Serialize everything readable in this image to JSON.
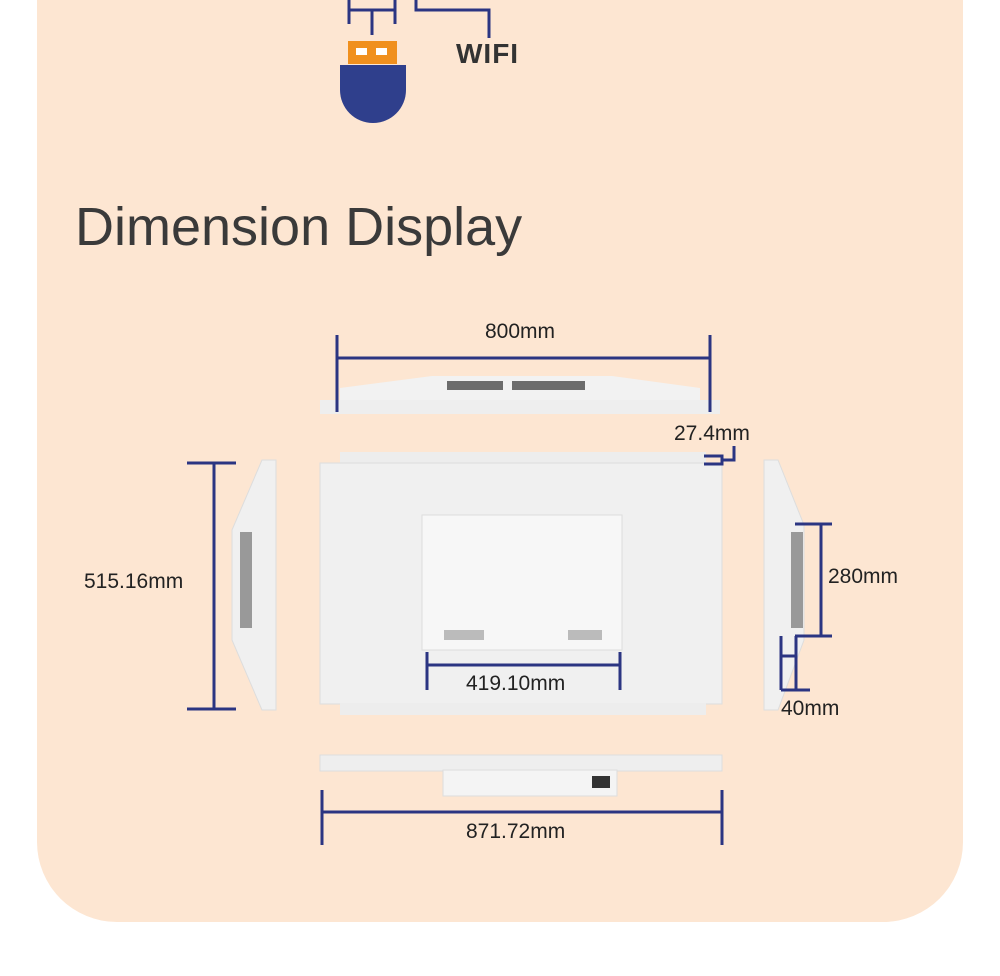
{
  "wifi_label": "WIFI",
  "title": "Dimension Display",
  "dimensions": {
    "width": "800mm",
    "thickness_top": "27.4mm",
    "height": "515.16mm",
    "box_height": "280mm",
    "box_depth": "40mm",
    "box_width": "419.10mm",
    "overall_width": "871.72mm"
  },
  "colors": {
    "background": "#fde6d2",
    "line": "#2b3582",
    "usb_orange": "#f0901e"
  }
}
